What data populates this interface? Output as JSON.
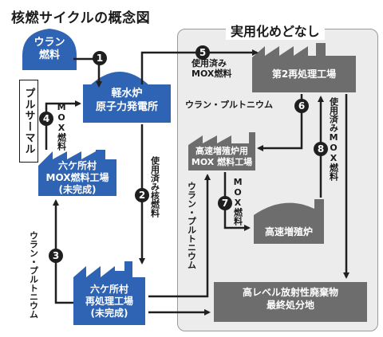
{
  "title": "核燃サイクルの概念図",
  "panel_title": "実用化めどなし",
  "nodes": {
    "uranium_fuel": [
      "ウラン",
      "燃料"
    ],
    "lwr": [
      "軽水炉",
      "原子力発電所"
    ],
    "rokkasho_mox": [
      "六ケ所村",
      "MOX燃料工場",
      "(未完成)"
    ],
    "rokkasho_reprocessing": [
      "六ケ所村",
      "再処理工場",
      "(未完成)"
    ],
    "second_reprocessing": "第2再処理工場",
    "fbr_mox": [
      "高速増殖炉用",
      "MOX 燃料工場"
    ],
    "fbr": "高速増殖炉",
    "disposal": [
      "高レベル放射性廃棄物",
      "最終処分地"
    ]
  },
  "labels": {
    "pluthermal": "プルサーマル",
    "mox_fuel_4": "MOX燃料",
    "spent_mox_5": [
      "使用済み",
      "MOX燃料"
    ],
    "spent_nuclear_2": "使用済み核燃料",
    "uran_pluto_3": "ウラン・プルトニウム",
    "uran_pluto_6": "ウラン・プルトニウム",
    "uran_pluto_left": "ウラン・プルトニウム",
    "mox_fuel_7": "MOX燃料",
    "spent_mox_8": "使用済みMOX燃料"
  },
  "badges": [
    "1",
    "2",
    "3",
    "4",
    "5",
    "6",
    "7",
    "8"
  ],
  "colors": {
    "blue": "#2e64b3",
    "gray": "#6d6d6d",
    "panel": "#ececec",
    "arrow": "#1f1f1f"
  }
}
